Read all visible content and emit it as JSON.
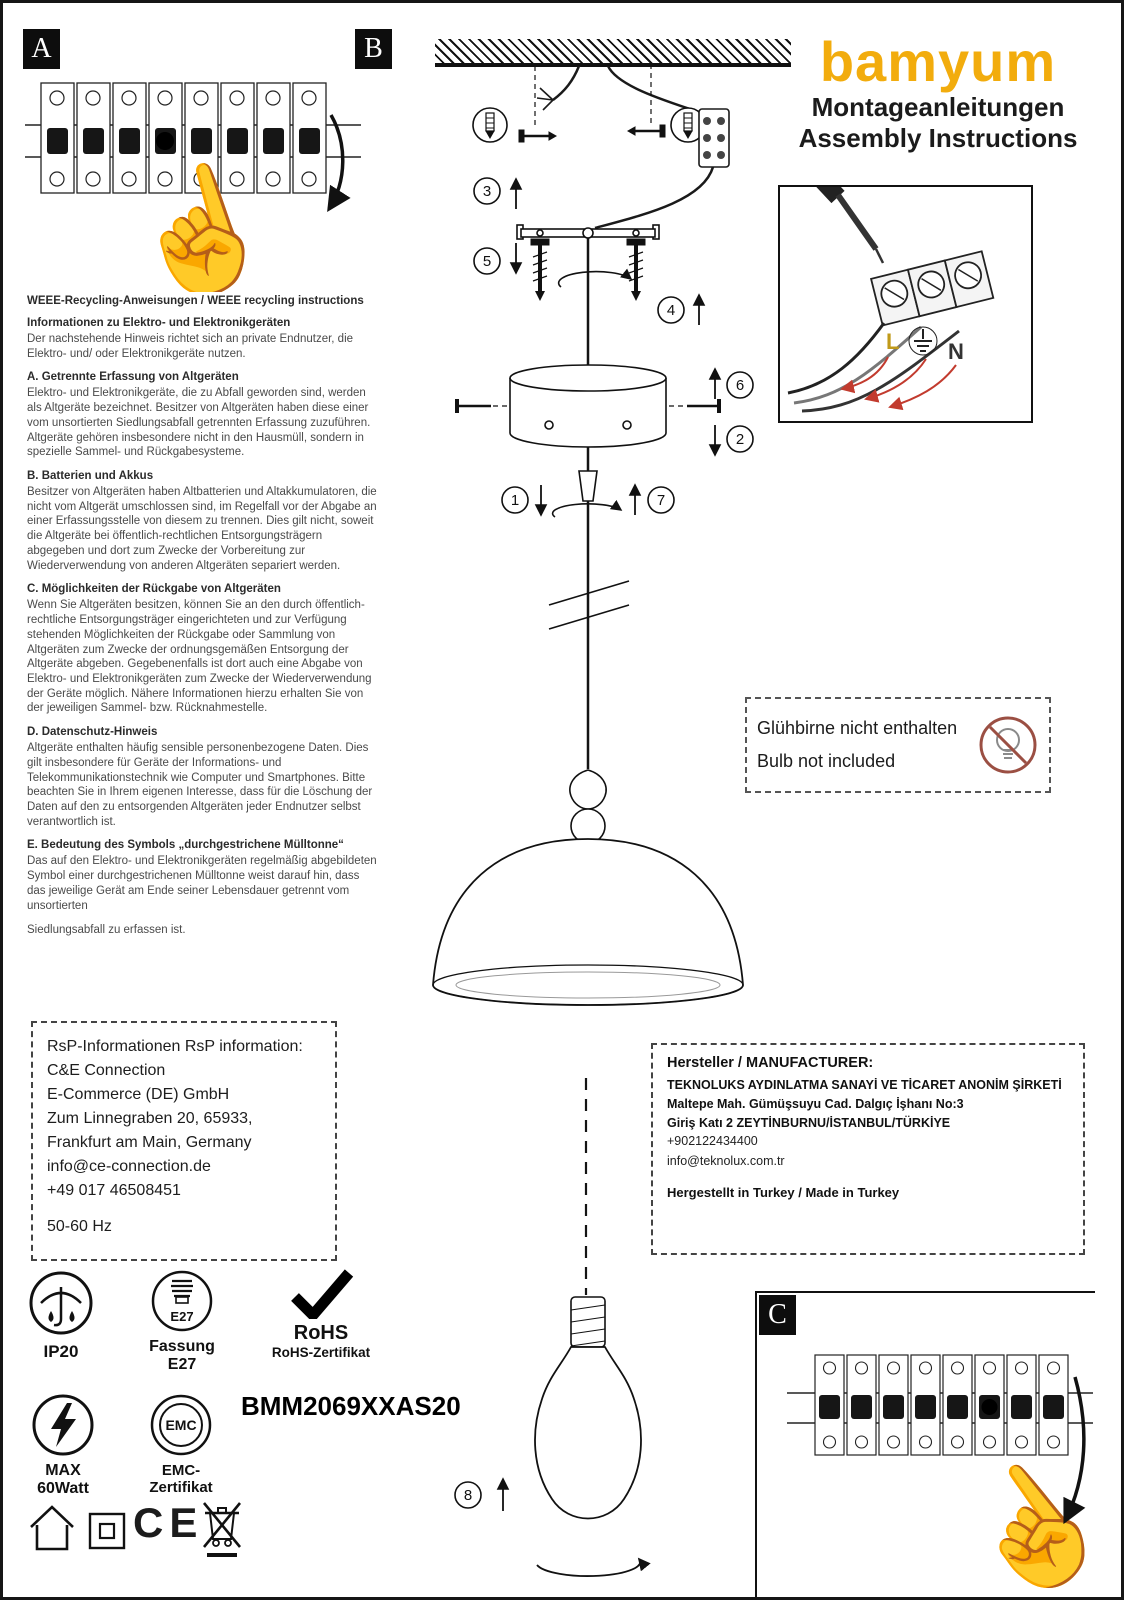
{
  "brand": {
    "logo": "bamyum",
    "subtitle_de": "Montageanleitungen",
    "subtitle_en": "Assembly Instructions"
  },
  "panels": {
    "a": "A",
    "b": "B",
    "c": "C"
  },
  "diagram": {
    "steps": [
      "1",
      "2",
      "3",
      "4",
      "5",
      "6",
      "7",
      "8"
    ]
  },
  "wiring": {
    "l": "L",
    "n": "N"
  },
  "bulb_note": {
    "line_de": "Glühbirne nicht enthalten",
    "line_en": "Bulb not included"
  },
  "weee": {
    "title": "WEEE-Recycling-Anweisungen / WEEE recycling instructions",
    "sections": [
      {
        "heading": "Informationen zu Elektro- und Elektronikgeräten",
        "body": "Der nachstehende Hinweis richtet sich an private Endnutzer, die Elektro- und/ oder Elektronikgeräte nutzen."
      },
      {
        "heading": "A. Getrennte Erfassung von Altgeräten",
        "body": "Elektro- und Elektronikgeräte, die zu Abfall geworden sind, werden als Altgeräte bezeichnet. Besitzer von Altgeräten haben diese einer vom unsortierten Siedlungsabfall getrennten Erfassung zuzuführen. Altgeräte gehören insbesondere nicht in den Hausmüll, sondern in spezielle Sammel- und Rückgabesysteme."
      },
      {
        "heading": "B. Batterien und Akkus",
        "body": "Besitzer von Altgeräten haben Altbatterien und Altakkumulatoren, die nicht vom Altgerät umschlossen sind, im Regelfall vor der Abgabe an einer Erfassungsstelle von diesem zu trennen. Dies gilt nicht, soweit die Altgeräte bei öffentlich-rechtlichen Entsorgungsträgern abgegeben und dort zum Zwecke der Vorbereitung zur Wiederverwendung von anderen Altgeräten separiert werden."
      },
      {
        "heading": "C. Möglichkeiten der Rückgabe von Altgeräten",
        "body": "Wenn Sie Altgeräten besitzen, können Sie an den durch öffentlich-rechtliche Entsorgungsträger eingerichteten und zur Verfügung stehenden Möglichkeiten der Rückgabe oder Sammlung von Altgeräten zum Zwecke der ordnungsgemäßen Entsorgung der Altgeräte abgeben. Gegebenenfalls ist dort auch eine Abgabe von Elektro- und Elektronikgeräten zum Zwecke der Wiederverwendung der Geräte möglich. Nähere Informationen hierzu erhalten Sie von der jeweiligen Sammel- bzw. Rücknahmestelle."
      },
      {
        "heading": "D. Datenschutz-Hinweis",
        "body": "Altgeräte enthalten häufig sensible personenbezogene Daten. Dies gilt insbesondere für Geräte der Informations- und Telekommunikationstechnik wie Computer und Smartphones. Bitte beachten Sie in Ihrem eigenen Interesse, dass für die Löschung der Daten auf den zu entsorgenden Altgeräten jeder Endnutzer selbst verantwortlich ist."
      },
      {
        "heading": "E. Bedeutung des Symbols „durchgestrichene Mülltonne“",
        "body": "Das auf den Elektro- und Elektronikgeräten regelmäßig abgebildeten Symbol einer durchgestrichenen Mülltonne weist darauf hin, dass das jeweilige Gerät am Ende seiner Lebensdauer getrennt vom unsortierten"
      }
    ],
    "tail": "Siedlungsabfall zu erfassen ist."
  },
  "rsp": {
    "lines": [
      "RsP-Informationen RsP information:",
      "C&E Connection",
      "E-Commerce (DE) GmbH",
      "Zum Linnegraben 20, 65933,",
      "Frankfurt am Main, Germany",
      "info@ce-connection.de",
      "+49 017 46508451",
      "50-60 Hz"
    ]
  },
  "manufacturer": {
    "title": "Hersteller / MANUFACTURER:",
    "bold_lines": [
      "TEKNOLUKS AYDINLATMA SANAYİ VE TİCARET ANONİM ŞİRKETİ",
      "Maltepe Mah. Gümüşsuyu Cad. Dalgıç İşhanı No:3",
      "Giriş Katı 2 ZEYTİNBURNU/İSTANBUL/TÜRKİYE"
    ],
    "contact_lines": [
      "+902122434400",
      "info@teknolux.com.tr"
    ],
    "footer": "Hergestellt in Turkey / Made in Turkey"
  },
  "certs": {
    "ip20": "IP20",
    "socket_icon_label": "E27",
    "socket_label": "Fassung E27",
    "rohs": "RoHS",
    "rohs_cert": "RoHS-Zertifikat",
    "max_watt": "MAX 60Watt",
    "emc": "EMC",
    "emc_cert": "EMC-Zertifikat",
    "model": "BMM2069XXAS20",
    "ce": "CE"
  },
  "colors": {
    "brand_yellow": "#F2AC0D",
    "arrow_red": "#C23B2E",
    "terminal_l": "#C09A1A",
    "bulb_circle": "#9B4F43"
  }
}
